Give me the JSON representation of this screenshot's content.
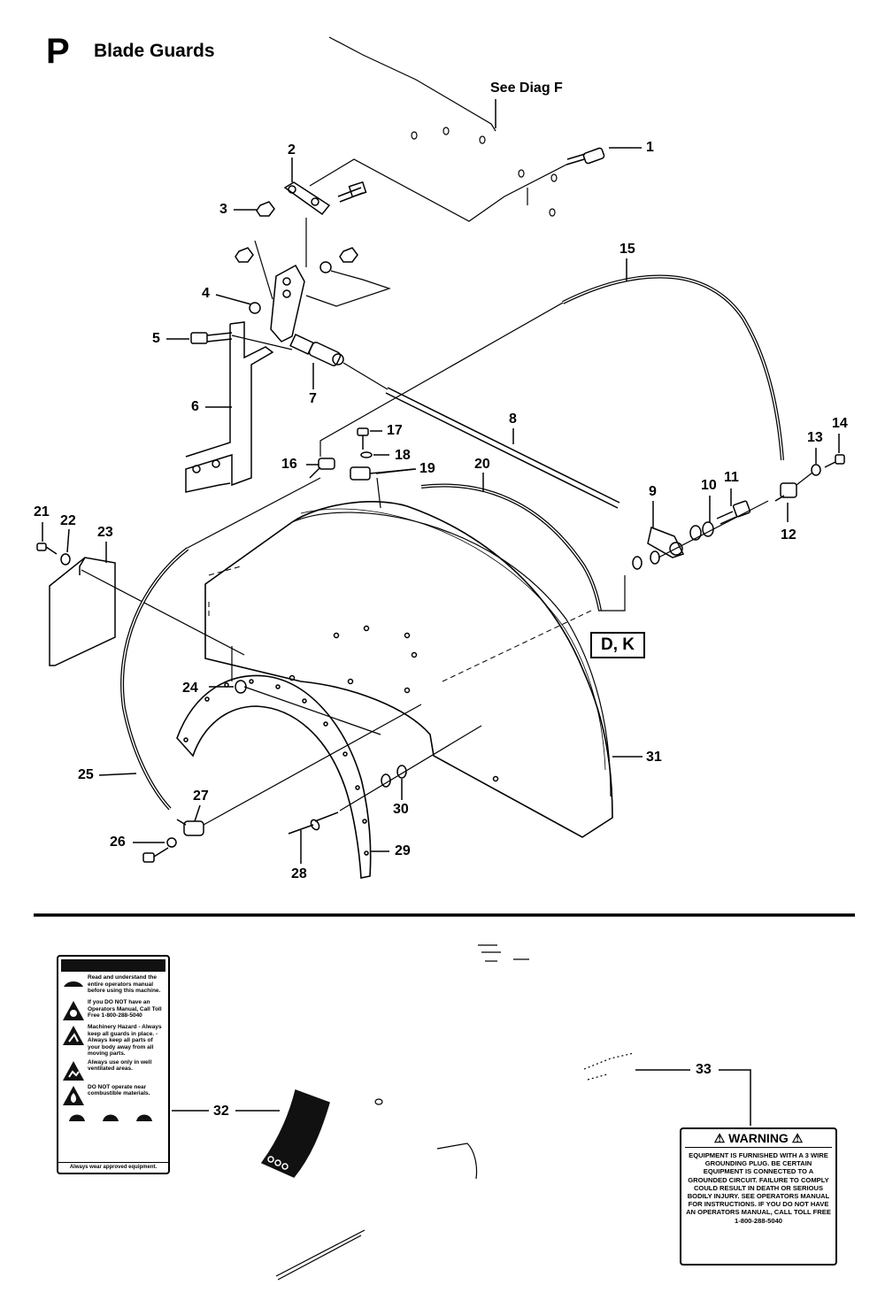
{
  "header": {
    "section_letter": "P",
    "title": "Blade Guards"
  },
  "reference_note": "See Diag F",
  "reference_box": "D, K",
  "callouts": [
    "1",
    "2",
    "3",
    "4",
    "5",
    "6",
    "7",
    "8",
    "9",
    "10",
    "11",
    "12",
    "13",
    "14",
    "15",
    "16",
    "17",
    "18",
    "19",
    "20",
    "21",
    "22",
    "23",
    "24",
    "25",
    "26",
    "27",
    "28",
    "29",
    "30",
    "31",
    "32",
    "33"
  ],
  "decal_32": {
    "rows": [
      "Read and understand the entire operators manual before using this machine.",
      "If you DO NOT have an Operators Manual, Call Toll Free 1-800-288-5040",
      "Machinery Hazard - Always keep all guards in place. - Always keep all parts of your body away from all moving parts.",
      "Always use only in well ventilated areas.",
      "DO NOT operate near combustible materials."
    ],
    "footer": "Always wear approved equipment."
  },
  "decal_33": {
    "heading": "WARNING",
    "body": "EQUIPMENT IS FURNISHED WITH A 3 WIRE GROUNDING PLUG. BE CERTAIN EQUIPMENT IS CONNECTED TO A GROUNDED CIRCUIT. FAILURE TO COMPLY COULD RESULT IN DEATH OR SERIOUS BODILY INJURY. SEE OPERATORS MANUAL FOR INSTRUCTIONS. IF YOU DO NOT HAVE AN OPERATORS MANUAL, CALL TOLL FREE 1-800-288-5040"
  }
}
